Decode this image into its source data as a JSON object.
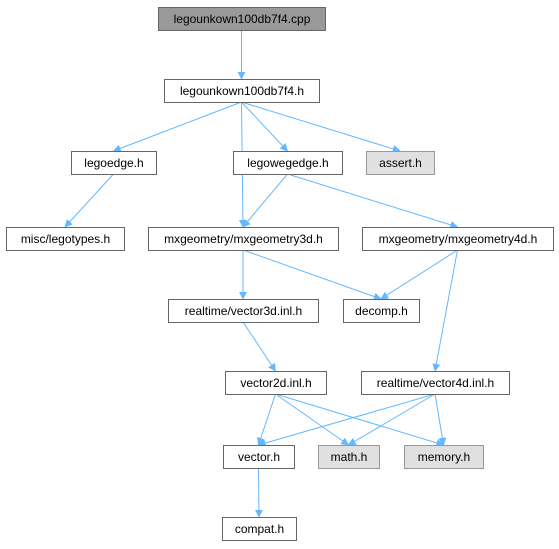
{
  "colors": {
    "edge": "#63b8ff",
    "root_fill": "#999999",
    "node_fill": "#ffffff",
    "system_fill": "#e0e0e0",
    "node_border": "#666666",
    "system_border": "#999999"
  },
  "nodes": [
    {
      "id": "n0",
      "label": "legounkown100db7f4.cpp",
      "kind": "root"
    },
    {
      "id": "n1",
      "label": "legounkown100db7f4.h",
      "kind": "normal"
    },
    {
      "id": "n2",
      "label": "legoedge.h",
      "kind": "normal"
    },
    {
      "id": "n3",
      "label": "legowegedge.h",
      "kind": "normal"
    },
    {
      "id": "n4",
      "label": "assert.h",
      "kind": "system"
    },
    {
      "id": "n5",
      "label": "misc/legotypes.h",
      "kind": "normal"
    },
    {
      "id": "n6",
      "label": "mxgeometry/mxgeometry3d.h",
      "kind": "normal"
    },
    {
      "id": "n7",
      "label": "mxgeometry/mxgeometry4d.h",
      "kind": "normal"
    },
    {
      "id": "n8",
      "label": "realtime/vector3d.inl.h",
      "kind": "normal"
    },
    {
      "id": "n9",
      "label": "decomp.h",
      "kind": "normal"
    },
    {
      "id": "n10",
      "label": "vector2d.inl.h",
      "kind": "normal"
    },
    {
      "id": "n11",
      "label": "realtime/vector4d.inl.h",
      "kind": "normal"
    },
    {
      "id": "n12",
      "label": "vector.h",
      "kind": "normal"
    },
    {
      "id": "n13",
      "label": "math.h",
      "kind": "system"
    },
    {
      "id": "n14",
      "label": "memory.h",
      "kind": "system"
    },
    {
      "id": "n15",
      "label": "compat.h",
      "kind": "normal"
    }
  ],
  "edges": [
    [
      "n0",
      "n1"
    ],
    [
      "n1",
      "n2"
    ],
    [
      "n1",
      "n3"
    ],
    [
      "n1",
      "n4"
    ],
    [
      "n1",
      "n6"
    ],
    [
      "n2",
      "n5"
    ],
    [
      "n3",
      "n6"
    ],
    [
      "n3",
      "n7"
    ],
    [
      "n6",
      "n8"
    ],
    [
      "n6",
      "n9"
    ],
    [
      "n7",
      "n9"
    ],
    [
      "n7",
      "n11"
    ],
    [
      "n8",
      "n10"
    ],
    [
      "n10",
      "n12"
    ],
    [
      "n10",
      "n13"
    ],
    [
      "n10",
      "n14"
    ],
    [
      "n11",
      "n12"
    ],
    [
      "n11",
      "n13"
    ],
    [
      "n11",
      "n14"
    ],
    [
      "n12",
      "n15"
    ]
  ]
}
